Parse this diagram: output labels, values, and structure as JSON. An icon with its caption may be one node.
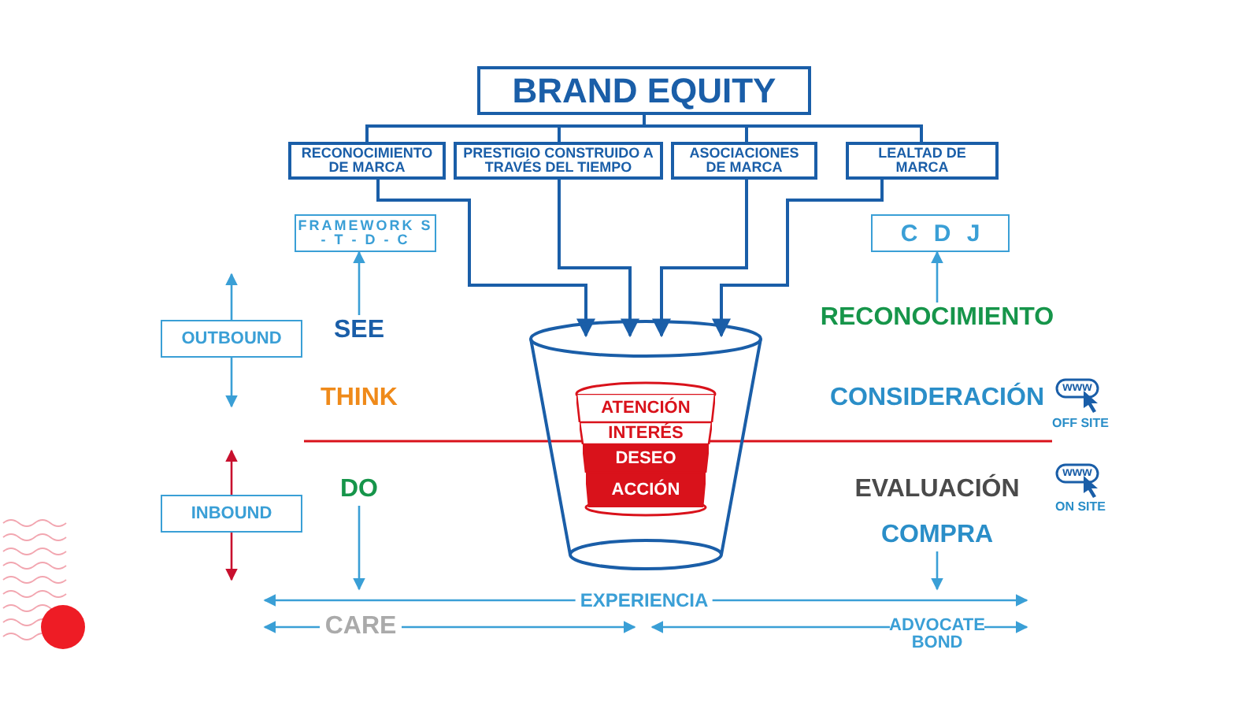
{
  "diagram": {
    "nodes": [
      {
        "text": [
          "BRAND EQUITY"
        ]
      },
      {
        "text": [
          "RECONOCIMIENTO DE MARCA"
        ]
      },
      {
        "text": [
          "PRESTIGIO CONSTRUIDO A TRAVÉS DEL TIEMPO"
        ]
      },
      {
        "text": [
          "ASOCIACIONES DE MARCA"
        ]
      },
      {
        "text": [
          "LEALTAD DE MARCA"
        ]
      },
      {
        "text": [],
        "shape": "cylinder"
      },
      {
        "text": [
          "ATENCIÓN"
        ],
        "in": 5
      },
      {
        "text": [
          "INTERÉS"
        ],
        "in": 5
      },
      {
        "text": [
          "DESEO"
        ],
        "in": 5
      },
      {
        "text": [
          "ACCIÓN"
        ],
        "in": 5
      },
      {
        "text": [
          "FRAMEWORK S - T - D - C"
        ]
      },
      {
        "text": [
          "SEE"
        ]
      },
      {
        "text": [
          "C D J"
        ]
      },
      {
        "text": [
          "RECONOCIMIENTO"
        ]
      },
      {
        "text": [
          "OUTBOUND"
        ]
      },
      {
        "text": [
          "INBOUND"
        ]
      },
      {
        "text": [
          "THINK"
        ]
      },
      {
        "text": [
          "DO"
        ]
      },
      {
        "text": [
          "CONSIDERACIÓN"
        ]
      },
      {
        "text": [
          "EVALUACIÓN"
        ]
      },
      {
        "text": [
          "COMPRA"
        ]
      },
      {
        "text": [
          "CARE"
        ]
      },
      {
        "text": [
          "ADVOCATE BOND"
        ]
      }
    ],
    "edges": [
      {
        "from": 0,
        "to": 1,
        "arrow": "none"
      },
      {
        "from": 0,
        "to": 2,
        "arrow": "none"
      },
      {
        "from": 0,
        "to": 3,
        "arrow": "none"
      },
      {
        "from": 0,
        "to": 4,
        "arrow": "none"
      },
      {
        "from": 1,
        "to": 5,
        "arrow": "to"
      },
      {
        "from": 2,
        "to": 5,
        "arrow": "to"
      },
      {
        "from": 3,
        "to": 5,
        "arrow": "to"
      },
      {
        "from": 4,
        "to": 5,
        "arrow": "to"
      },
      {
        "from": 11,
        "to": 10,
        "arrow": "to",
        "color": "#3a9fd6"
      },
      {
        "from": 13,
        "to": 12,
        "arrow": "to",
        "color": "#3a9fd6"
      },
      {
        "from": 14,
        "to": null,
        "arrow": "to",
        "color": "#3a9fd6"
      },
      {
        "from": 14,
        "to": null,
        "arrow": "to",
        "color": "#3a9fd6"
      },
      {
        "from": 15,
        "to": null,
        "arrow": "to",
        "color": "#c8102e"
      },
      {
        "from": 15,
        "to": null,
        "arrow": "to",
        "color": "#c8102e"
      },
      {
        "from": 17,
        "to": 21,
        "arrow": "to",
        "color": "#3a9fd6"
      },
      {
        "from": 20,
        "to": 22,
        "arrow": "to",
        "color": "#3a9fd6"
      }
    ],
    "labels": [
      "www",
      "OFF SITE",
      "www",
      "ON SITE",
      "EXPERIENCIA"
    ]
  }
}
